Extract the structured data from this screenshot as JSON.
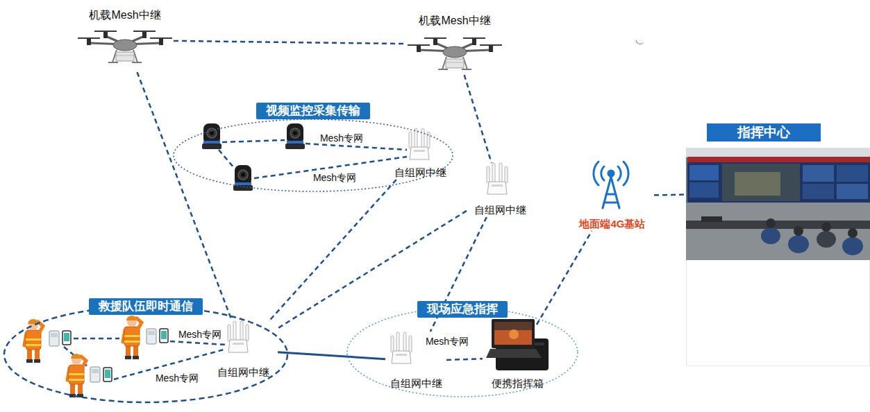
{
  "diagram": {
    "nodes": [
      {
        "text": [
          "机载Mesh中继"
        ]
      },
      {
        "text": [
          "机载Mesh中继"
        ]
      },
      {
        "text": [
          "视频监控采集传输"
        ]
      },
      {
        "text": [
          "自组网中继"
        ],
        "in": 2
      },
      {
        "text": [
          "自组网中继"
        ]
      },
      {
        "text": [
          "指挥中心"
        ]
      },
      {
        "text": [
          "地面端4G基站"
        ]
      },
      {
        "text": [
          "救援队伍即时通信"
        ]
      },
      {
        "text": [
          "自组网中继"
        ],
        "in": 7
      },
      {
        "text": [
          "现场应急指挥"
        ]
      },
      {
        "text": [
          "自组网中继"
        ],
        "in": 9
      },
      {
        "text": [
          "便携指挥箱"
        ],
        "in": 9
      }
    ],
    "edges": [
      {
        "from": 0,
        "to": 1,
        "arrow": "none"
      },
      {
        "from": 0,
        "to": 8,
        "arrow": "none"
      },
      {
        "from": 1,
        "to": 4,
        "arrow": "none"
      },
      {
        "from": 3,
        "to": 8,
        "arrow": "none"
      },
      {
        "from": 4,
        "to": 8,
        "arrow": "none"
      },
      {
        "from": 4,
        "to": 10,
        "arrow": "none"
      },
      {
        "from": 8,
        "to": 10,
        "arrow": "none"
      },
      {
        "from": 10,
        "to": 11,
        "label": "Mesh专网",
        "arrow": "none"
      },
      {
        "from": 11,
        "to": 6,
        "arrow": "none"
      },
      {
        "from": 6,
        "to": 5,
        "arrow": "none"
      }
    ],
    "labels": [
      "Mesh专网",
      "Mesh专网",
      "Mesh专网",
      "Mesh专网"
    ]
  }
}
